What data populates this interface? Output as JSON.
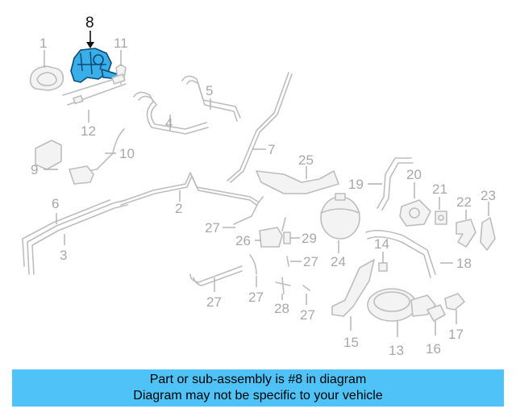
{
  "highlighted_part": "8",
  "callouts": {
    "c1": "1",
    "c2": "2",
    "c3": "3",
    "c4": "4",
    "c5": "5",
    "c6": "6",
    "c7": "7",
    "c8": "8",
    "c9": "9",
    "c10": "10",
    "c11": "11",
    "c12": "12",
    "c13": "13",
    "c14": "14",
    "c15": "15",
    "c16": "16",
    "c17": "17",
    "c18": "18",
    "c19": "19",
    "c20": "20",
    "c21": "21",
    "c22": "22",
    "c23": "23",
    "c24": "24",
    "c25": "25",
    "c26": "26",
    "c27a": "27",
    "c27b": "27",
    "c27c": "27",
    "c27d": "27",
    "c27e": "27",
    "c28": "28",
    "c29": "29"
  },
  "banner": {
    "line1": "Part or sub-assembly is #8 in diagram",
    "line2": "Diagram may not be specific to your vehicle"
  },
  "colors": {
    "highlight": "#3aaee8",
    "banner": "#4fc3f7",
    "line_art": "#bdbdbd"
  }
}
